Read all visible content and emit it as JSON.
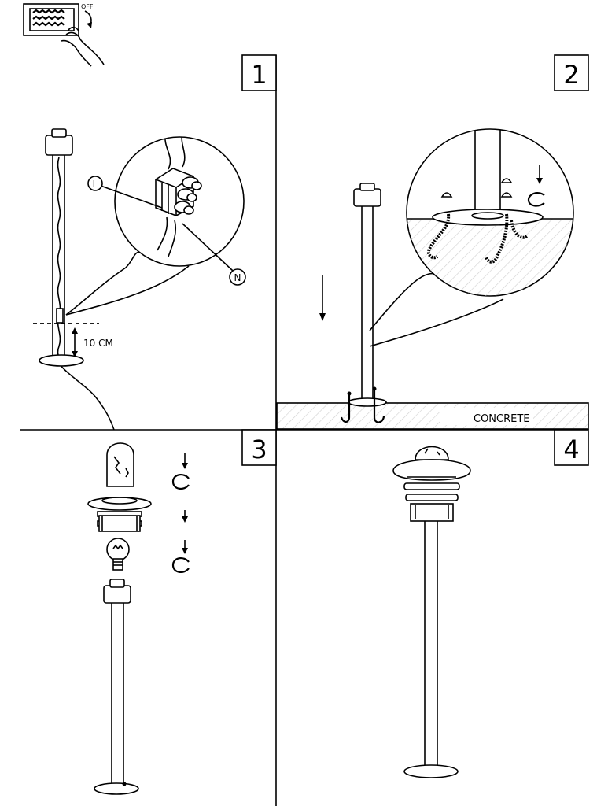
{
  "switch": {
    "label": "OFF"
  },
  "steps": [
    {
      "number": "1"
    },
    {
      "number": "2"
    },
    {
      "number": "3"
    },
    {
      "number": "4"
    }
  ],
  "step1": {
    "wire_live_label": "L",
    "wire_neutral_label": "N",
    "depth_label": "10 CM"
  },
  "step2": {
    "surface_label": "CONCRETE"
  }
}
